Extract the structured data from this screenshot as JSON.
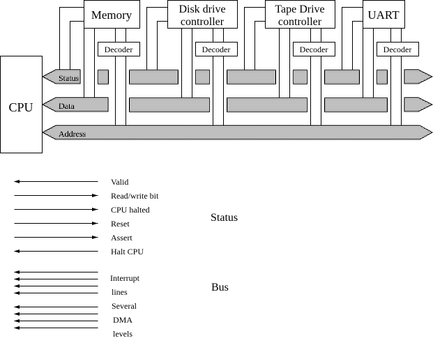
{
  "cpu": {
    "label": "CPU"
  },
  "devices": [
    {
      "line1": "Memory",
      "line2": "",
      "decoder": "Decoder"
    },
    {
      "line1": "Disk drive",
      "line2": "controller",
      "decoder": "Decoder"
    },
    {
      "line1": "Tape Drive",
      "line2": "controller",
      "decoder": "Decoder"
    },
    {
      "line1": "UART",
      "line2": "",
      "decoder": "Decoder"
    }
  ],
  "buses": {
    "status": "Status",
    "data": "Data",
    "address": "Address"
  },
  "legend": {
    "status_group": "Status",
    "bus_group": "Bus",
    "status_lines": [
      {
        "label": "Valid",
        "direction": "left"
      },
      {
        "label": "Read/write bit",
        "direction": "right"
      },
      {
        "label": "CPU halted",
        "direction": "right"
      },
      {
        "label": "Reset",
        "direction": "right"
      },
      {
        "label": "Assert",
        "direction": "right"
      },
      {
        "label": "Halt CPU",
        "direction": "left"
      }
    ],
    "bus_labels": [
      "Interrupt",
      "lines",
      "Several",
      "DMA",
      "levels"
    ]
  },
  "colors": {
    "line": "#000000",
    "background": "#ffffff"
  }
}
